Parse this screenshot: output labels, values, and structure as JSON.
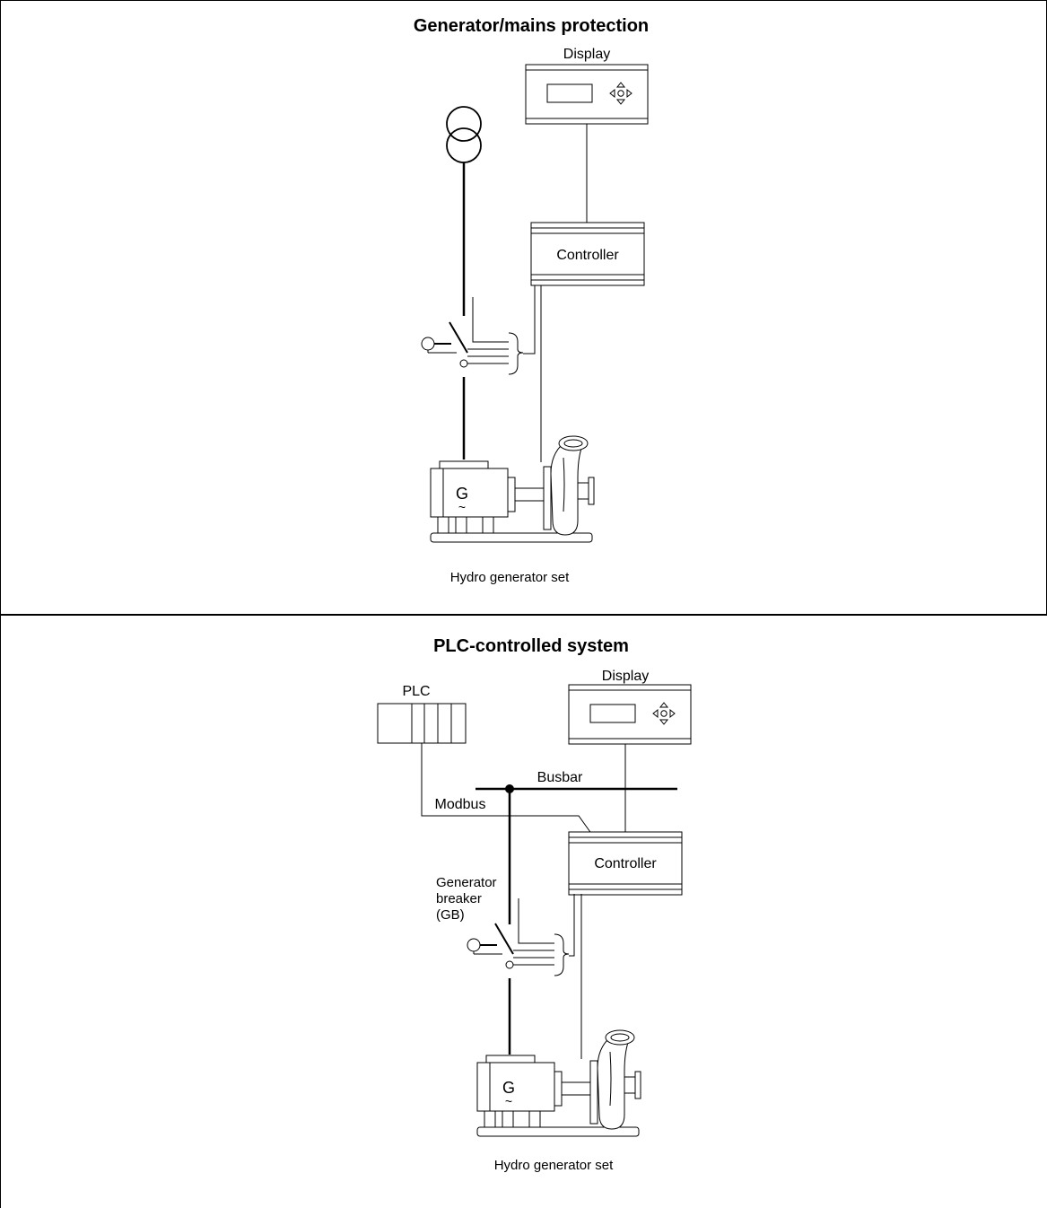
{
  "panels": [
    {
      "title": "Generator/mains protection",
      "display_label": "Display",
      "controller_label": "Controller",
      "generator_symbol": "G",
      "generator_set_label": "Hydro generator set"
    },
    {
      "title": "PLC-controlled system",
      "plc_label": "PLC",
      "display_label": "Display",
      "busbar_label": "Busbar",
      "modbus_label": "Modbus",
      "controller_label": "Controller",
      "breaker_label_lines": [
        "Generator",
        "breaker",
        "(GB)"
      ],
      "generator_symbol": "G",
      "generator_set_label": "Hydro generator set"
    }
  ],
  "icons": {
    "navigation": "directional-pad-icon",
    "transformer": "transformer-icon",
    "breaker": "circuit-breaker-icon",
    "turbine": "hydro-turbine-icon"
  }
}
